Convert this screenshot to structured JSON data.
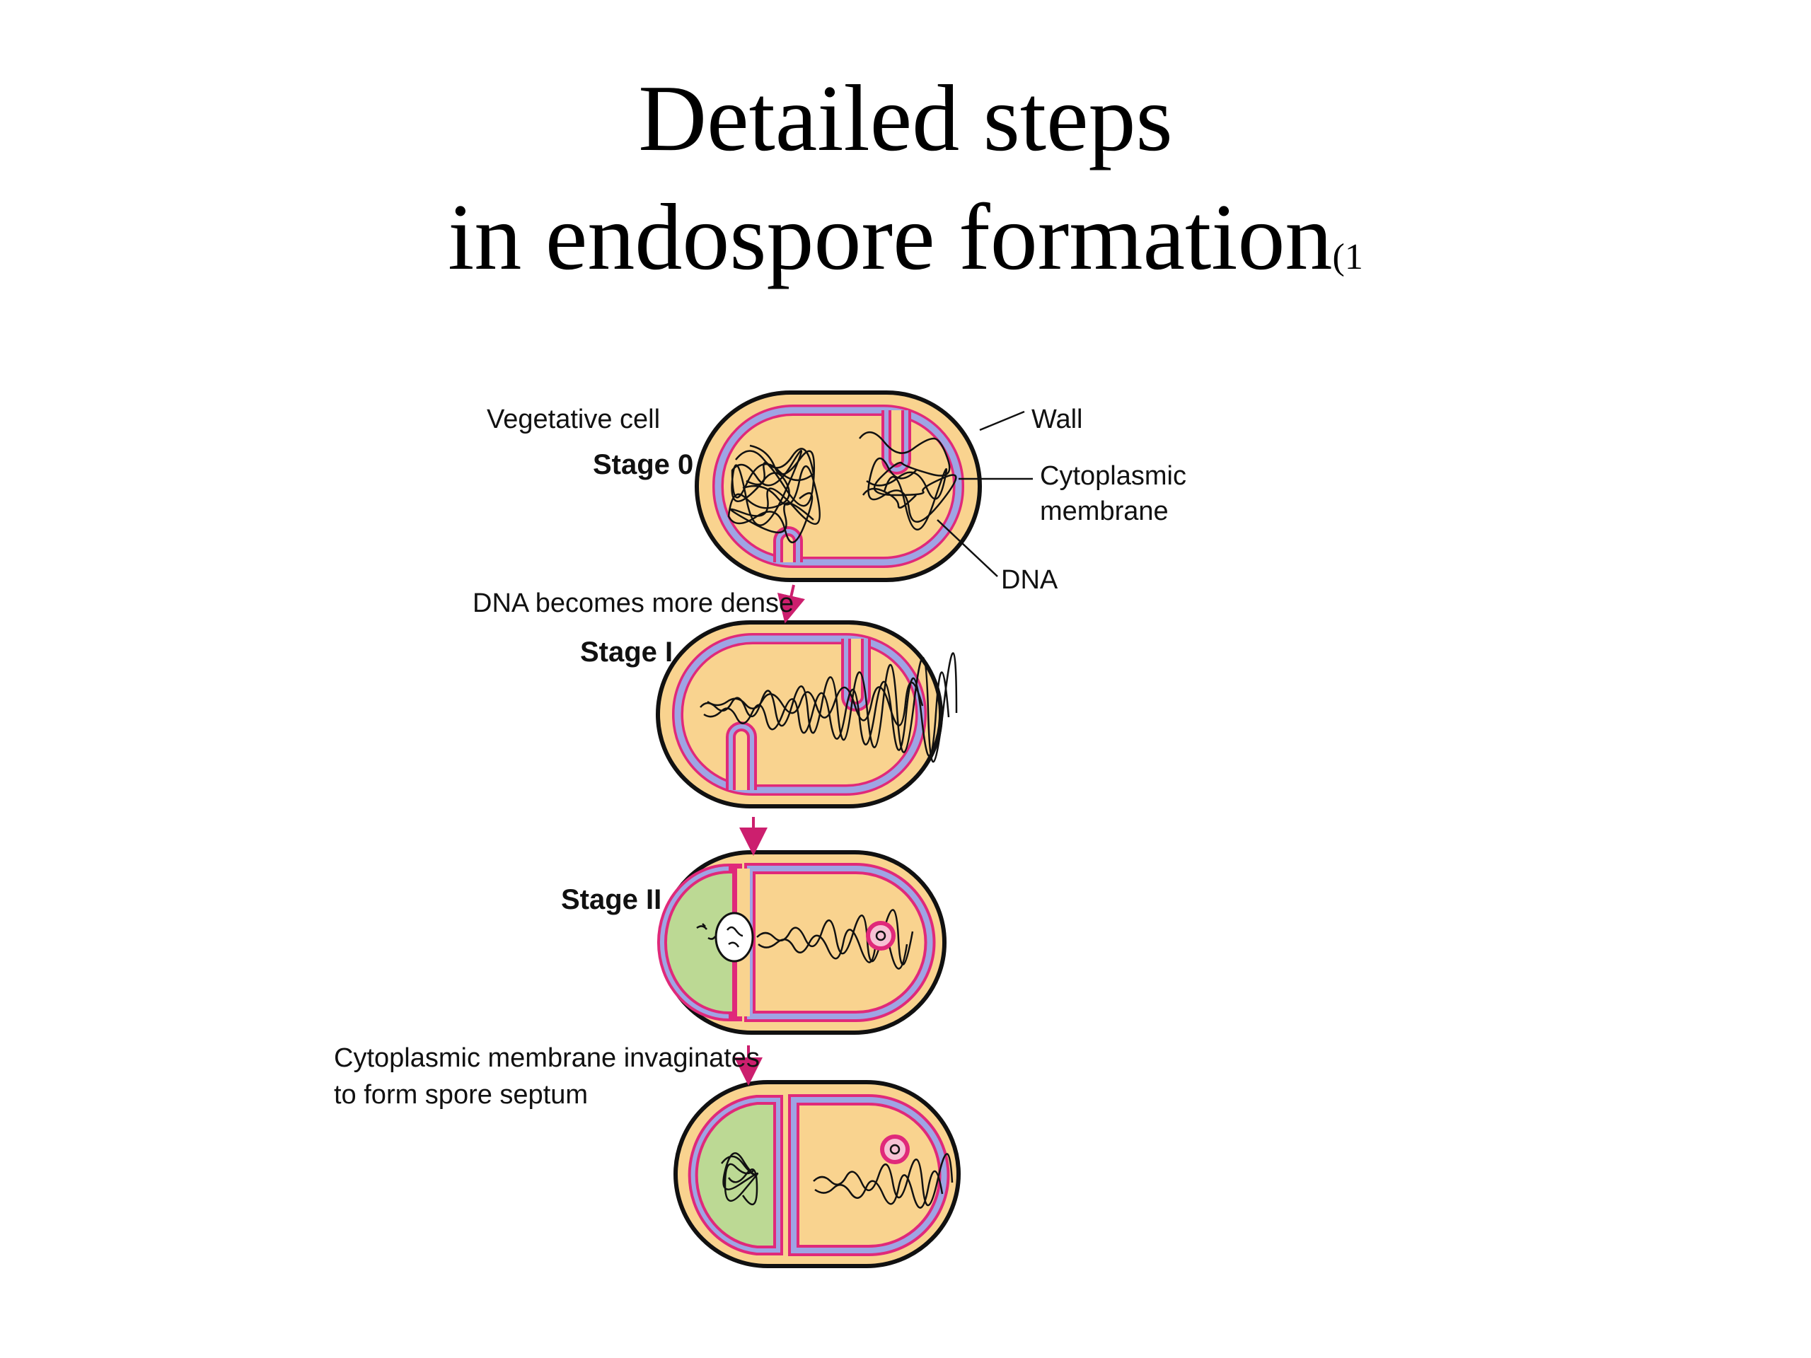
{
  "title": {
    "line1": "Detailed steps",
    "line2": "in endospore formation",
    "line2_suffix": "(1"
  },
  "colors": {
    "wall_fill": "#f9d38f",
    "wall_outline": "#111111",
    "membrane_outer": "#e0297a",
    "membrane_inner": "#9fa4e4",
    "forespore": "#bcd994",
    "arrow": "#cc1f6e",
    "dna": "#111111"
  },
  "labels": {
    "vegetative_cell": "Vegetative cell",
    "stage0": "Stage 0",
    "wall": "Wall",
    "cytoplasmic_1": "Cytoplasmic",
    "cytoplasmic_2": "membrane",
    "dna": "DNA",
    "dna_dense": "DNA becomes more dense",
    "stage1": "Stage I",
    "stage2": "Stage II",
    "invaginate_1": "Cytoplasmic membrane invaginates",
    "invaginate_2": "to form spore septum"
  }
}
